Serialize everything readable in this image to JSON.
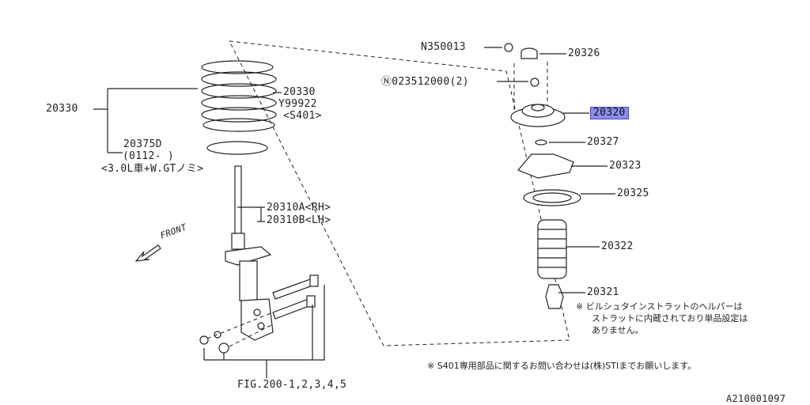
{
  "labels": {
    "n350013": "N350013",
    "p20326": "20326",
    "n023512000": "Ⓝ023512000(2)",
    "p20320": "20320",
    "p20327": "20327",
    "p20323": "20323",
    "p20325": "20325",
    "p20322": "20322",
    "p20321": "20321",
    "p20330_left": "20330",
    "p20330_right": "20330",
    "y99922": "Y99922",
    "s401": "<S401>",
    "p20375d": "20375D",
    "range_0112": "(0112- )",
    "eng30": "<3.0L車+W.GTノミ>",
    "p20310a": "20310A<RH>",
    "p20310b": "20310B<LH>",
    "front": "FRONT",
    "fig": "FIG.200-1,2,3,4,5",
    "image_id": "A210001097"
  },
  "notes": {
    "helper_line1": "※ ビルシュタインストラットのヘルパーは",
    "helper_line2": "ストラットに内蔵されており単品設定は",
    "helper_line3": "ありません。",
    "s401_note": "※ S401専用部品に関するお問い合わせは(株)STIまでお願いします。"
  },
  "colors": {
    "highlight": "#8c8cf0",
    "line": "#222222"
  }
}
